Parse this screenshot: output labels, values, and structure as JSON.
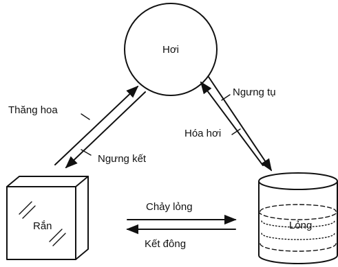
{
  "diagram": {
    "nodes": {
      "gas": {
        "label": "Hơi"
      },
      "solid": {
        "label": "Rắn"
      },
      "liquid": {
        "label": "Lỏng"
      }
    },
    "transitions": {
      "sublimation": {
        "label": "Thăng hoa"
      },
      "deposition": {
        "label": "Ngưng kết"
      },
      "condensation": {
        "label": "Ngưng tụ"
      },
      "vaporization": {
        "label": "Hóa hơi"
      },
      "melting": {
        "label": "Chảy lỏng"
      },
      "freezing": {
        "label": "Kết đông"
      }
    },
    "colors": {
      "ink": "#111111",
      "background": "#ffffff"
    }
  }
}
